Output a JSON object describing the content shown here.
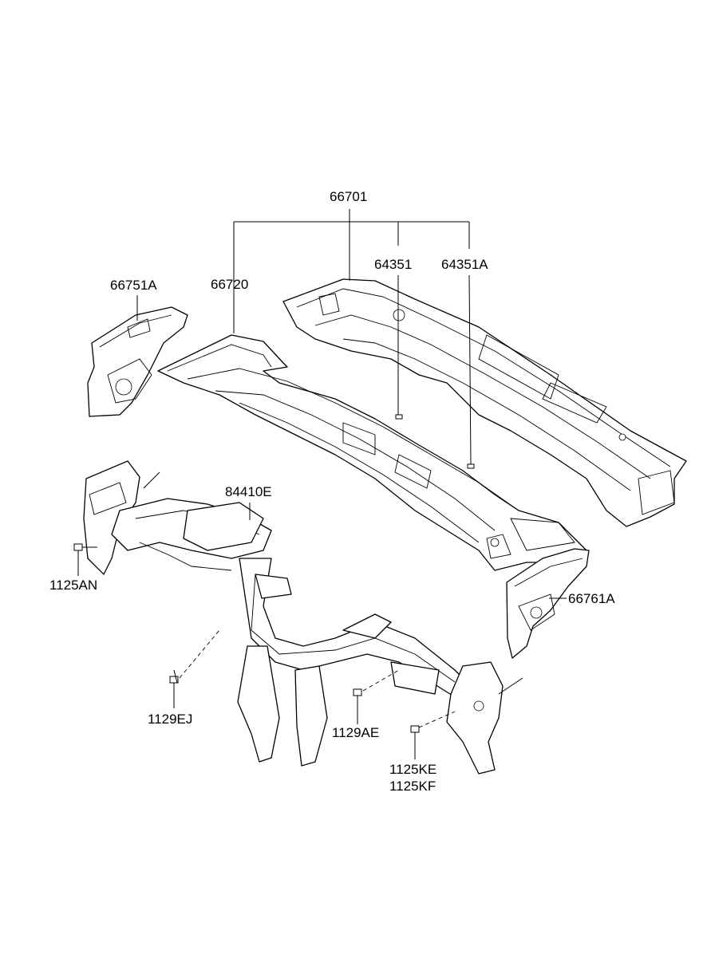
{
  "labels": {
    "assembly": "66701",
    "cowl_inner": "66720",
    "cowl_outer_clip": "64351",
    "cowl_outer_clip_alt": "64351A",
    "side_lh": "66751A",
    "side_rh": "66761A",
    "crossmember": "84410E",
    "bolt_lh": "1125AN",
    "bolt_center_left": "1129EJ",
    "bolt_center_right": "1129AE",
    "bolt_rh_1": "1125KE",
    "bolt_rh_2": "1125KF"
  }
}
